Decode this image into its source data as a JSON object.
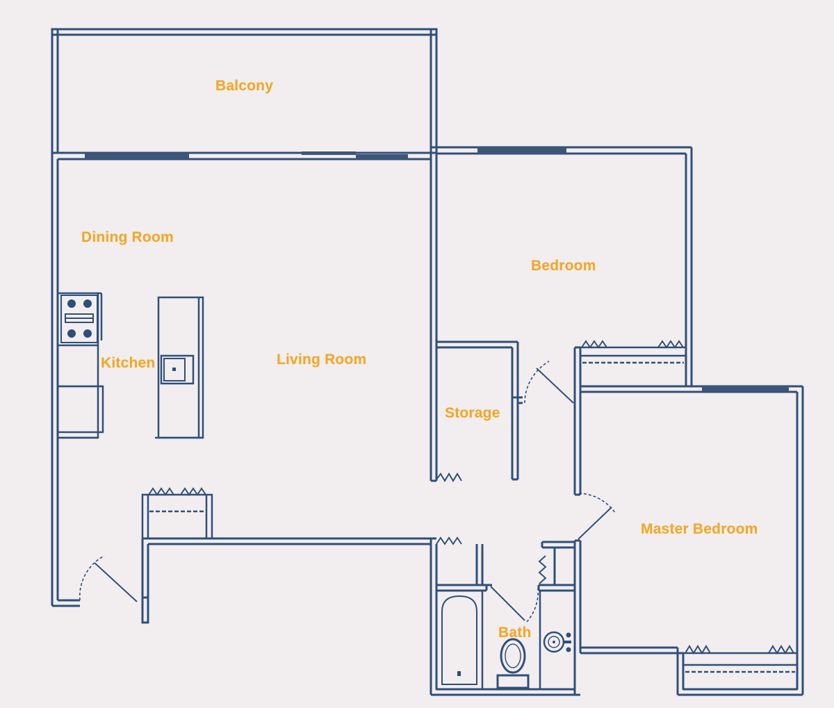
{
  "rooms": {
    "balcony": "Balcony",
    "dining_room": "Dining Room",
    "kitchen": "Kitchen",
    "living_room": "Living Room",
    "bedroom": "Bedroom",
    "storage": "Storage",
    "master_bedroom": "Master Bedroom",
    "bath": "Bath"
  },
  "colors": {
    "wall": "#2f4f7a",
    "label": "#f0a82a",
    "background": "#f2eeef"
  }
}
